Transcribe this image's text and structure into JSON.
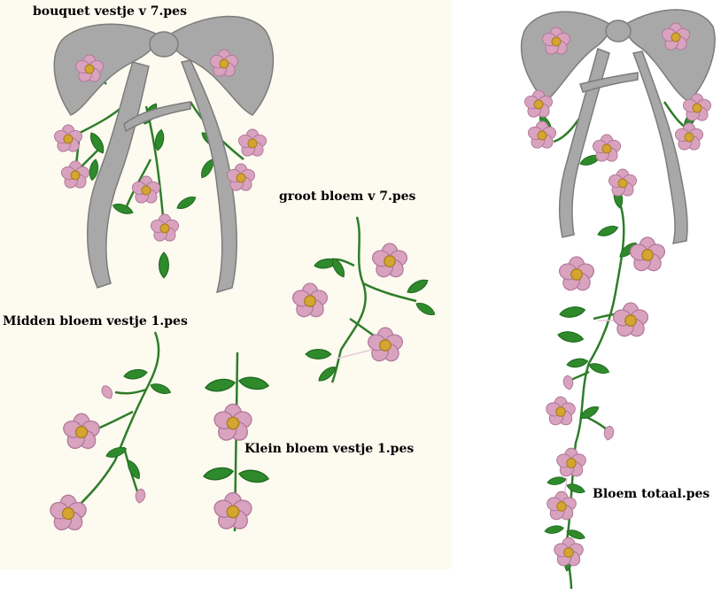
{
  "labels": {
    "bouquet": "bouquet vestje v 7.pes",
    "groot": "groot bloem v 7.pes",
    "midden": "Midden bloem vestje 1.pes",
    "klein": "Klein bloem vestje 1.pes",
    "totaal": "Bloem totaal.pes"
  },
  "colors": {
    "panel_background": "#fdfaf0",
    "ribbon": "#a8a8a8",
    "ribbon_dark": "#7c7c7c",
    "leaf": "#2f8a2c",
    "leaf_dark": "#1f6b1f",
    "stem": "#2e7d2a",
    "petal": "#d9a3bf",
    "petal_edge": "#b0799a",
    "flower_center": "#d4a531",
    "connector_thread": "#e8c8d8"
  }
}
